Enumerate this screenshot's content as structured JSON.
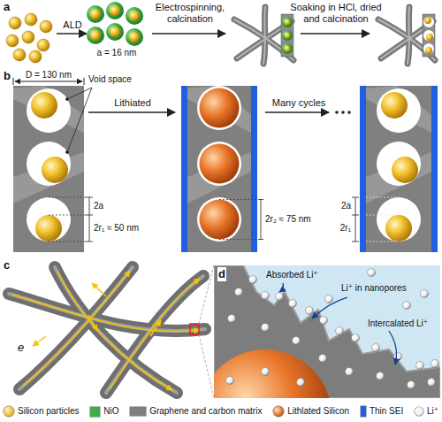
{
  "diagram": {
    "labels": [
      "a",
      "ALD",
      "a = 16 nm",
      "Electrospinning, calcination",
      "Soaking in HCl, dried and calcination",
      "b",
      "D = 130 nm",
      "Void space",
      "Lithiated",
      "2a",
      "2r₁ ≈ 50 nm",
      "2r₂ ≈ 75 nm",
      "Many cycles",
      "2a",
      "2r₁",
      "c",
      "e",
      "d",
      "Absorbed Li⁺",
      "Li⁺ in nanopores",
      "Intercalated Li⁺"
    ],
    "legend": [
      {
        "text": "Silicon particles",
        "color": "#f0c030"
      },
      {
        "text": "NiO",
        "color": "#3cb043"
      },
      {
        "text": "Graphene and carbon matrix",
        "color": "#7f7f7f"
      },
      {
        "text": "Lithlated Silicon",
        "color": "#e0702a"
      },
      {
        "text": "Thin SEI",
        "color": "#1f5fe0"
      },
      {
        "text": "Li⁺",
        "color": "#f2f2f2"
      }
    ]
  }
}
